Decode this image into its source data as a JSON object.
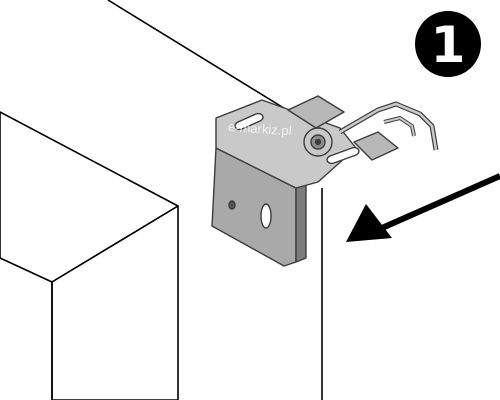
{
  "step": {
    "number": "1"
  },
  "watermark": {
    "text": "e-markiz.pl"
  },
  "icons": {
    "step_badge": "step-number-circle",
    "arrow": "pointing-arrow",
    "bracket": "mounting-bracket"
  },
  "colors": {
    "line": "#000000",
    "background": "#ffffff",
    "metal_light": "#c9c9c9",
    "metal_mid": "#a9a9a9",
    "metal_dark": "#7d7d7d",
    "metal_edge": "#3c3c3c"
  }
}
